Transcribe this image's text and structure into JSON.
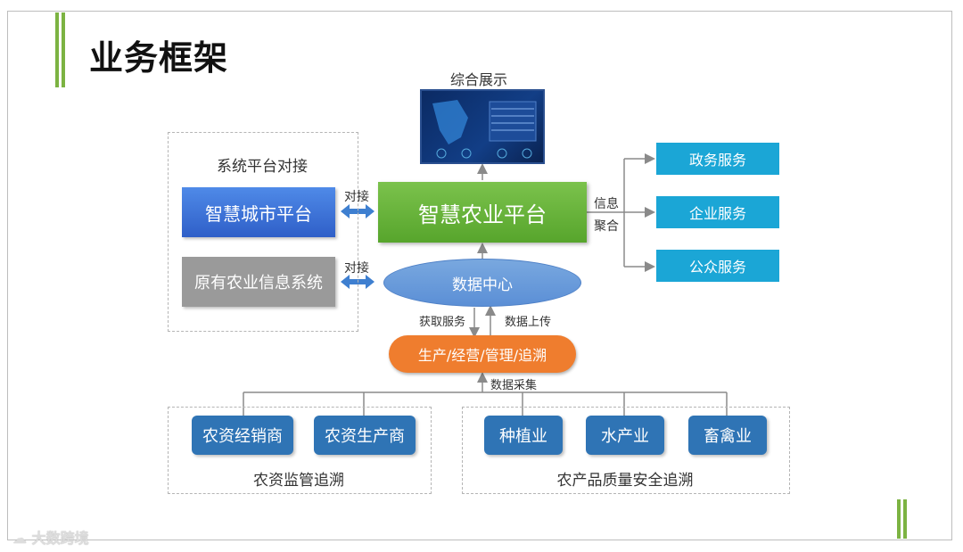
{
  "slide": {
    "title": "业务框架",
    "accent_color": "#7cb342"
  },
  "display": {
    "label": "综合展示"
  },
  "system_integration": {
    "label": "系统平台对接",
    "smart_city": "智慧城市平台",
    "legacy_system": "原有农业信息系统",
    "connect_label_1": "对接",
    "connect_label_2": "对接"
  },
  "core": {
    "platform": "智慧农业平台",
    "data_center": "数据中心",
    "info_label_1": "信息",
    "info_label_2": "聚合"
  },
  "services": [
    "政务服务",
    "企业服务",
    "公众服务"
  ],
  "flows": {
    "get_service": "获取服务",
    "data_upload": "数据上传",
    "production": "生产/经营/管理/追溯",
    "data_collection": "数据采集"
  },
  "left_group": {
    "items": [
      "农资经销商",
      "农资生产商"
    ],
    "label": "农资监管追溯"
  },
  "right_group": {
    "items": [
      "种植业",
      "水产业",
      "畜禽业"
    ],
    "label": "农产品质量安全追溯"
  },
  "watermark": "大数跨境",
  "colors": {
    "green": "#6db63c",
    "blue": "#3b6fd6",
    "cyan": "#1ba6d6",
    "orange": "#ef7d2e",
    "dark_blue": "#2f74b5",
    "gray": "#9a9a9a"
  }
}
